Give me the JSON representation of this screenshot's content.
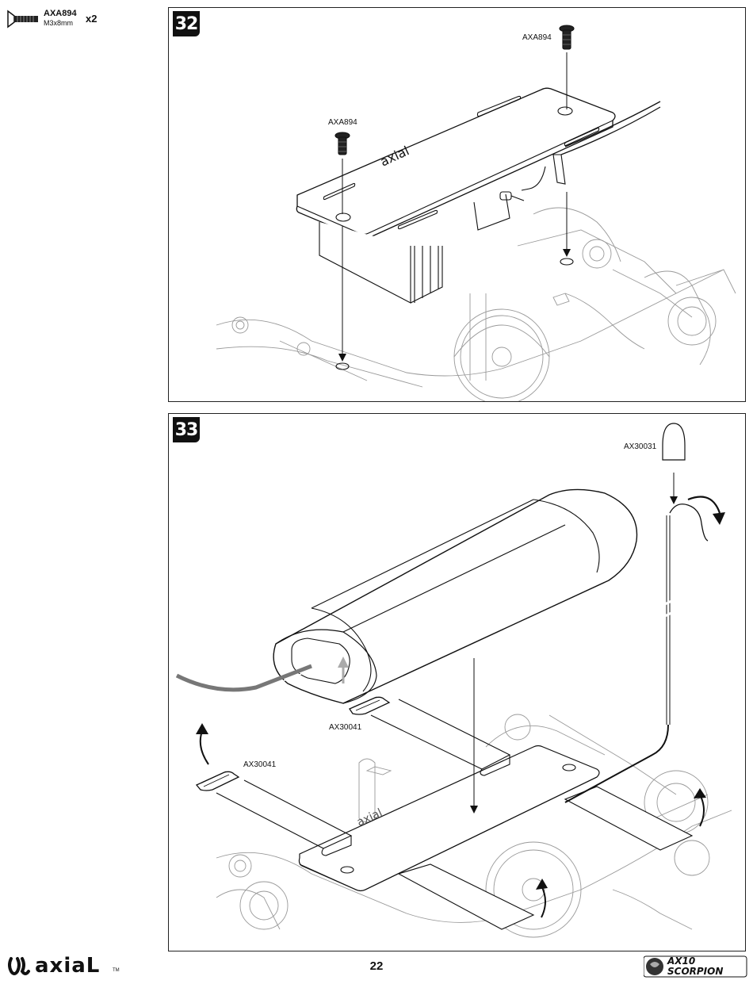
{
  "parts_callout": {
    "part_number": "AXA894",
    "size": "M3x8mm",
    "quantity": "x2",
    "icon": "screw-icon"
  },
  "steps": [
    {
      "number": "32",
      "callouts": [
        "AXA894",
        "AXA894"
      ]
    },
    {
      "number": "33",
      "callouts": [
        "AX30031",
        "AX30041",
        "AX30041"
      ]
    }
  ],
  "footer": {
    "brand_logo_text": "axiaL",
    "trademark": "TM",
    "page_number": "22",
    "product_logo_text": [
      "AX10",
      "SCORPION"
    ]
  }
}
